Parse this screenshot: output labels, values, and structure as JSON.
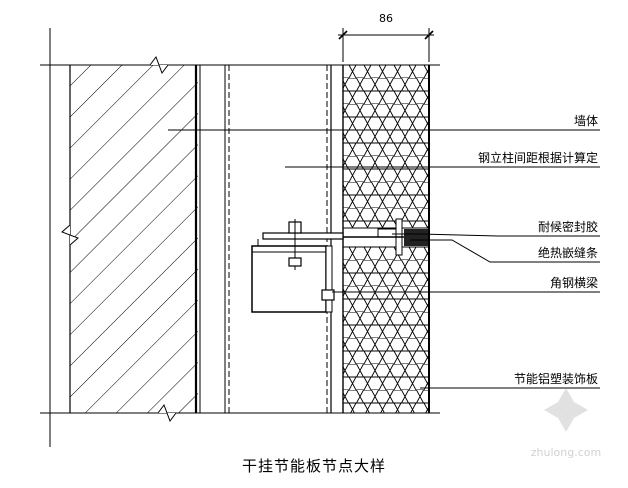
{
  "drawing": {
    "dimension": "86",
    "labels": {
      "wall": "墙体",
      "column_spacing": "钢立柱间距根据计算定",
      "sealant": "耐候密封胶",
      "insulation_strip": "绝热嵌缝条",
      "beam": "角钢横梁",
      "panel": "节能铝塑装饰板"
    },
    "caption": "干挂节能板节点大样"
  },
  "watermark": {
    "site": "zhulong.com"
  }
}
